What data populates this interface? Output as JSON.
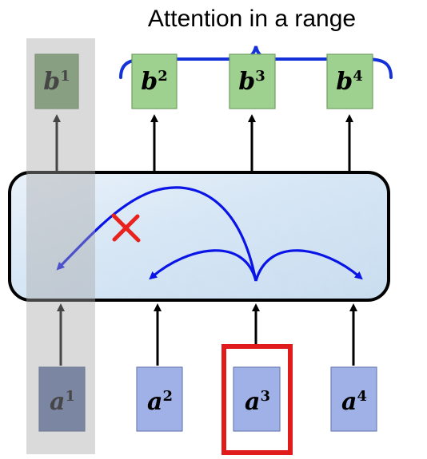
{
  "title": "Attention in a range",
  "outputs": [
    {
      "base": "b",
      "sup": "1",
      "masked": true
    },
    {
      "base": "b",
      "sup": "2",
      "masked": false
    },
    {
      "base": "b",
      "sup": "3",
      "masked": false
    },
    {
      "base": "b",
      "sup": "4",
      "masked": false
    }
  ],
  "inputs": [
    {
      "base": "a",
      "sup": "1",
      "masked": true
    },
    {
      "base": "a",
      "sup": "2",
      "masked": false
    },
    {
      "base": "a",
      "sup": "3",
      "masked": false,
      "highlighted": true
    },
    {
      "base": "a",
      "sup": "4",
      "masked": false
    }
  ],
  "colors": {
    "output_box": "#9ed08f",
    "output_box_border": "#6f9f62",
    "input_box": "#9fb1e6",
    "input_box_border": "#6f7fb8",
    "mask": "#a6a6a6",
    "attention_arrow": "#0a14e6",
    "blocked_mark": "#e8231e",
    "highlight_frame": "#e01b1b",
    "layer_fill": "#d6e6f4",
    "layer_border": "#000000",
    "brace": "#1531d8"
  },
  "icons": {
    "blocked": "red-x-icon"
  }
}
